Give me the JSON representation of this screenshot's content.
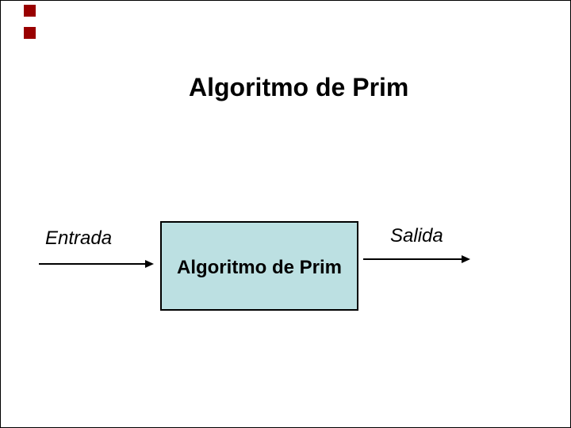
{
  "slide": {
    "title": "Algoritmo de Prim",
    "input_label": "Entrada",
    "output_label": "Salida",
    "process_box": {
      "label": "Algoritmo de Prim",
      "fill_color": "#BCE0E2",
      "border_color": "#000000"
    },
    "decorations": {
      "corner_squares_color": "#990000",
      "corner_squares_count": 2
    },
    "icons": {
      "input_arrow": "right-arrow",
      "output_arrow": "right-arrow"
    },
    "colors": {
      "background": "#FFFFFF",
      "text": "#000000",
      "frame_border": "#000000"
    }
  }
}
